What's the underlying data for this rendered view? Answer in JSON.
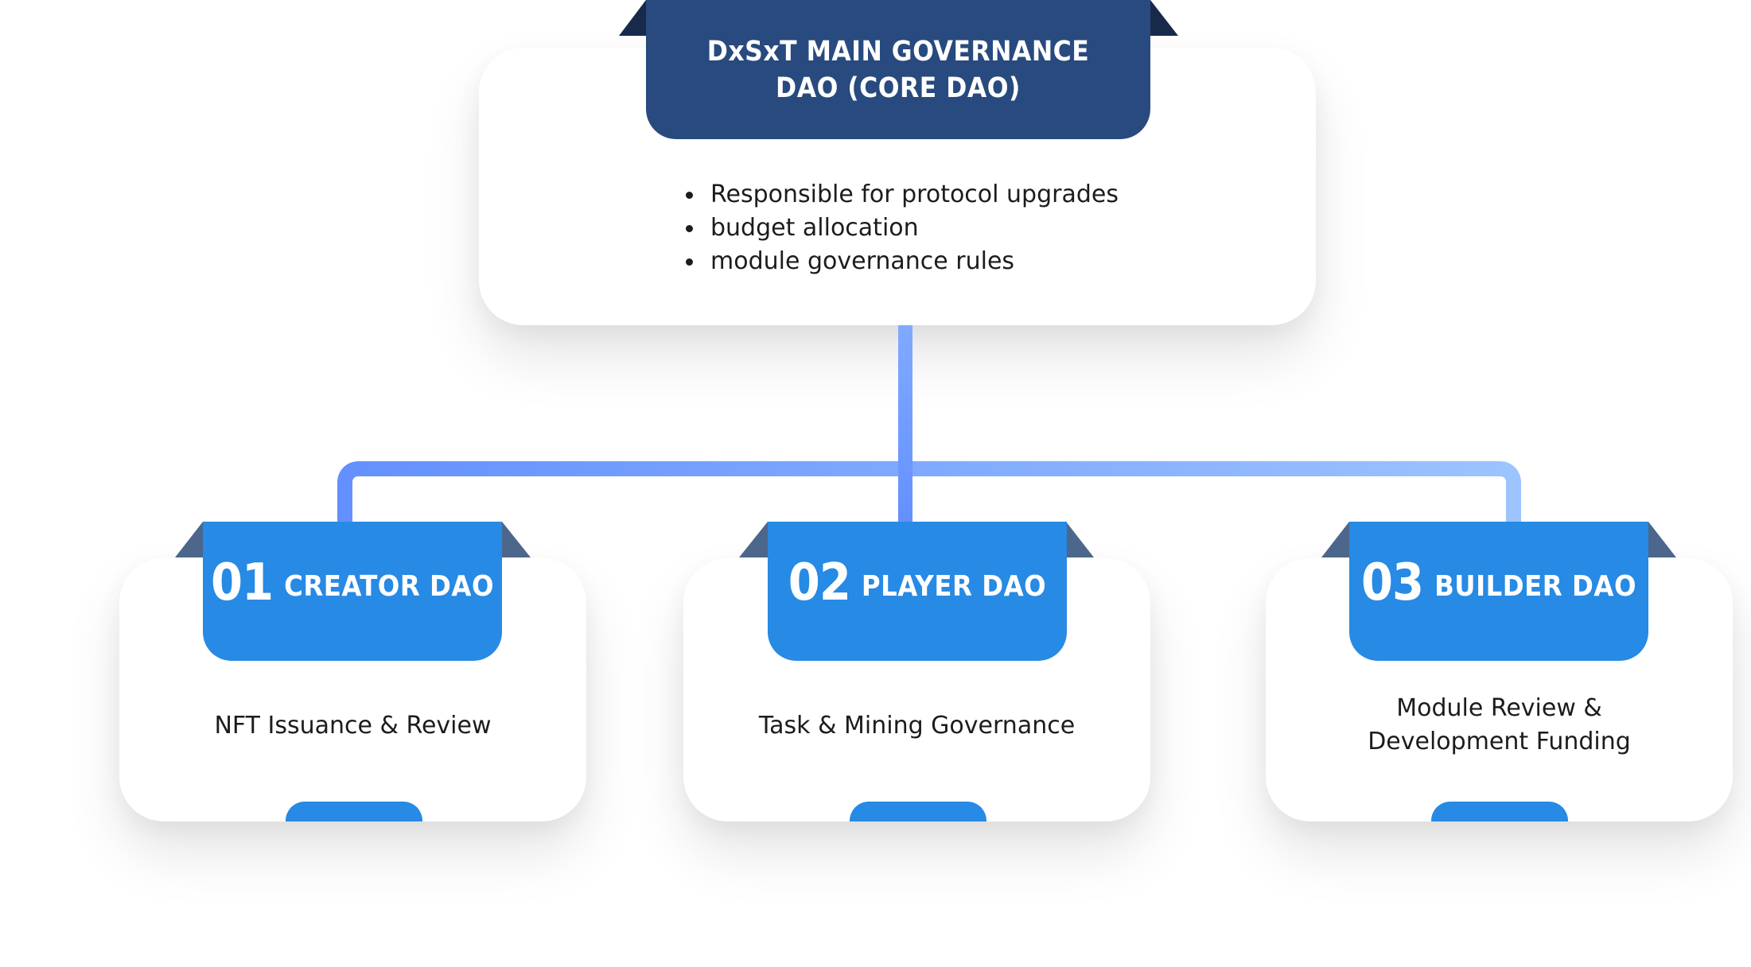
{
  "colors": {
    "core_tab": "#284a7e",
    "core_tab_fold": "#172a4a",
    "sub_tab": "#278ae4",
    "sub_tab_fold": "#4c668c",
    "connector_start": "#6490ff",
    "connector_end": "#9cc4ff",
    "text": "#1c1c1c"
  },
  "core": {
    "title_line1": "DxSxT MAIN GOVERNANCE",
    "title_line2": "DAO (CORE DAO)",
    "responsibilities": [
      "Responsible for protocol upgrades",
      "budget allocation",
      "module governance rules"
    ]
  },
  "sub_daos": [
    {
      "number": "01",
      "name": "CREATOR DAO",
      "description_lines": [
        "NFT Issuance & Review"
      ]
    },
    {
      "number": "02",
      "name": "PLAYER DAO",
      "description_lines": [
        "Task & Mining Governance"
      ]
    },
    {
      "number": "03",
      "name": "BUILDER DAO",
      "description_lines": [
        "Module Review &",
        "Development Funding"
      ]
    }
  ]
}
